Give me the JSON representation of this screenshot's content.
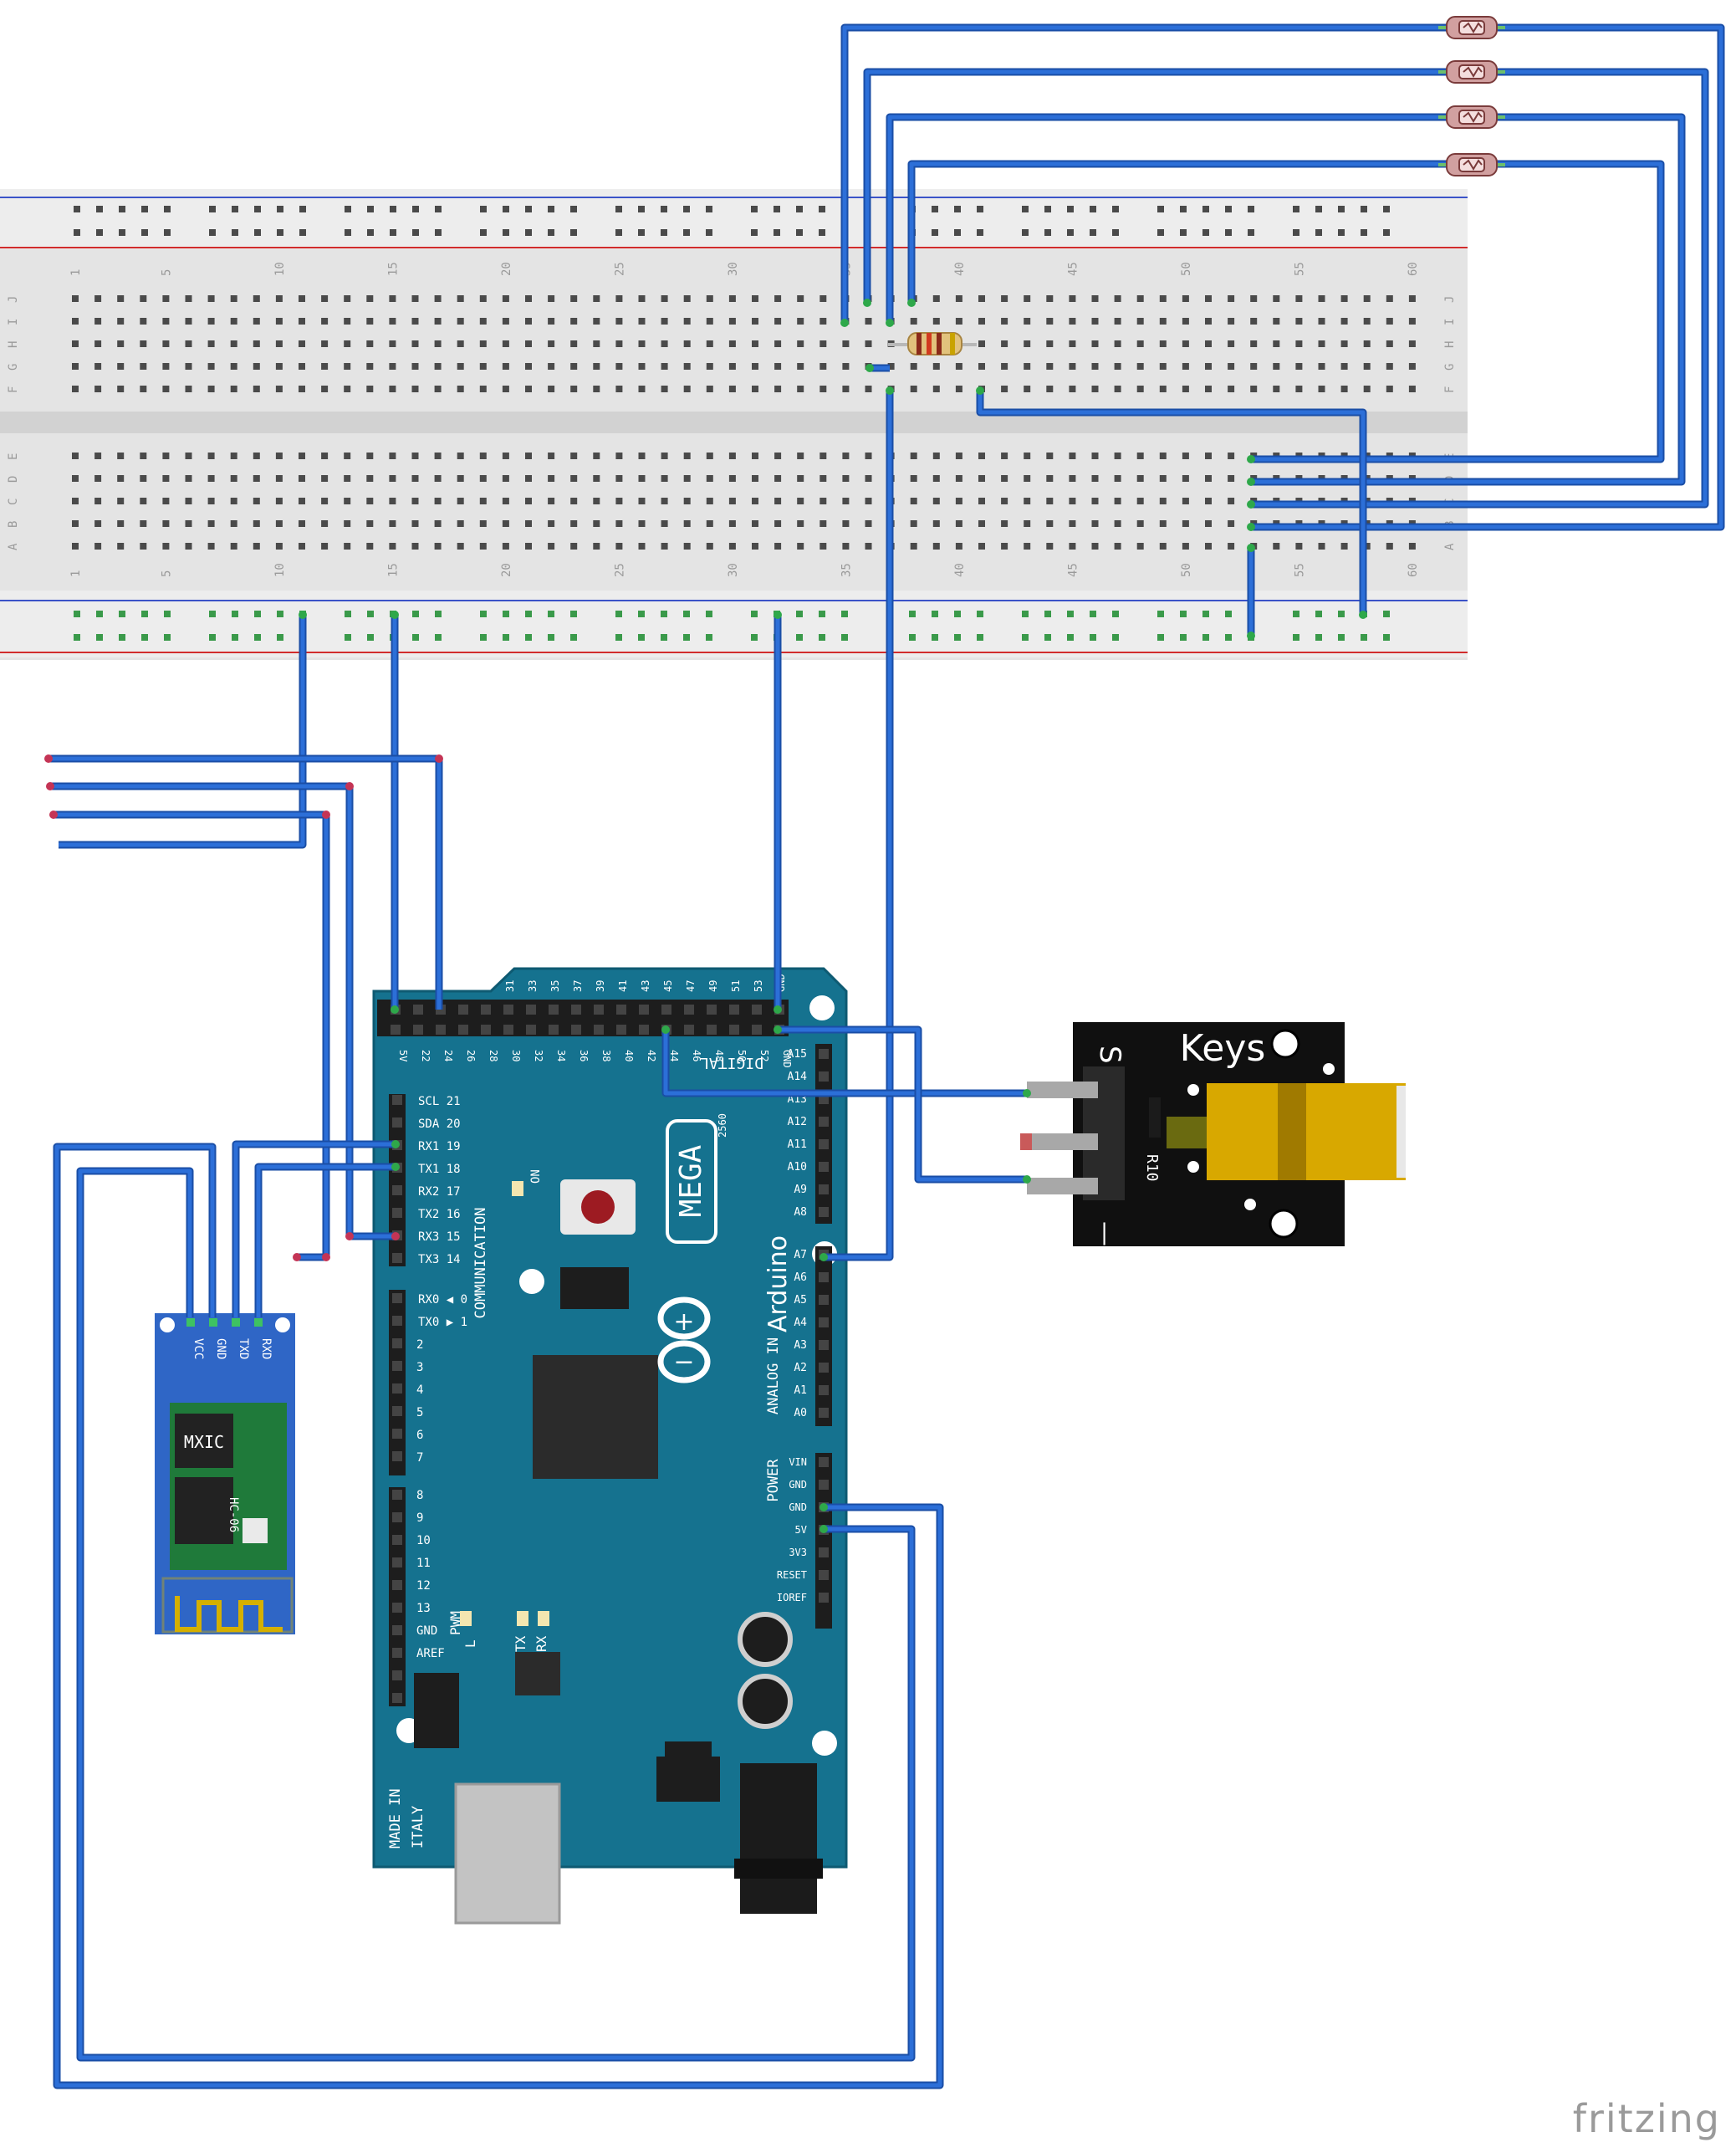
{
  "breadboard": {
    "column_numbers": [
      "1",
      "5",
      "10",
      "15",
      "20",
      "25",
      "30",
      "35",
      "40",
      "45",
      "50",
      "55",
      "60"
    ],
    "row_letters_top": [
      "J",
      "I",
      "H",
      "G",
      "F"
    ],
    "row_letters_bottom": [
      "E",
      "D",
      "C",
      "B",
      "A"
    ]
  },
  "arduino": {
    "brand": "Arduino",
    "model": "MEGA",
    "model_sub": "2560",
    "digital_label": "DIGITAL",
    "communication_label": "COMMUNICATION",
    "analog_label": "ANALOG IN",
    "power_label": "POWER",
    "pwm_label": "PWM",
    "on_label": "ON",
    "tx_label": "TX",
    "rx_label": "RX",
    "l_label": "L",
    "made_in": "MADE IN",
    "italy": "ITALY",
    "top_header_odd": [
      "31",
      "33",
      "35",
      "37",
      "39",
      "41",
      "43",
      "45",
      "47",
      "49",
      "51",
      "53",
      "GND"
    ],
    "top_header_even": [
      "5V",
      "22",
      "24",
      "26",
      "28",
      "30",
      "32",
      "34",
      "36",
      "38",
      "40",
      "42",
      "44",
      "46",
      "48",
      "50",
      "52",
      "GND"
    ],
    "comm_pins": [
      "SCL 21",
      "SDA 20",
      "RX1 19",
      "TX1 18",
      "RX2 17",
      "TX2 16",
      "RX3 15",
      "TX3 14"
    ],
    "rx_tx_pins": [
      "RX0 ◀ 0",
      "TX0 ▶ 1"
    ],
    "pwm_pins": [
      "2",
      "3",
      "4",
      "5",
      "6",
      "7"
    ],
    "pwm_pins_2": [
      "8",
      "9",
      "10",
      "11",
      "12",
      "13",
      "GND",
      "AREF"
    ],
    "analog_high": [
      "A15",
      "A14",
      "A13",
      "A12",
      "A11",
      "A10",
      "A9",
      "A8"
    ],
    "analog_low": [
      "A7",
      "A6",
      "A5",
      "A4",
      "A3",
      "A2",
      "A1",
      "A0"
    ],
    "power_pins": [
      "VIN",
      "GND",
      "GND",
      "5V",
      "3V3",
      "RESET",
      "IOREF"
    ]
  },
  "bluetooth": {
    "pins": [
      "VCC",
      "GND",
      "TXD",
      "RXD"
    ],
    "chip_brand": "MXIC",
    "model": "HC-06"
  },
  "joystick": {
    "title": "Keys",
    "signal_label": "S",
    "ground_label": "—",
    "resistor_label": "R10"
  },
  "footer": {
    "brand": "fritzing"
  },
  "colors": {
    "wire": "#2c6fd8",
    "wire_outline": "#1a4ea6",
    "arduino_board": "#15728f",
    "breadboard": "#e6e6e6",
    "rail_red": "#d12c2c",
    "rail_blue": "#3b53c8",
    "bt_board": "#2f66c6",
    "bt_module": "#1f7a3a",
    "keys_board": "#101010",
    "laser": "#d8a800",
    "jack": "#1b1b1b",
    "pin_green": "#2ea84a",
    "pin_red": "#c43455"
  }
}
